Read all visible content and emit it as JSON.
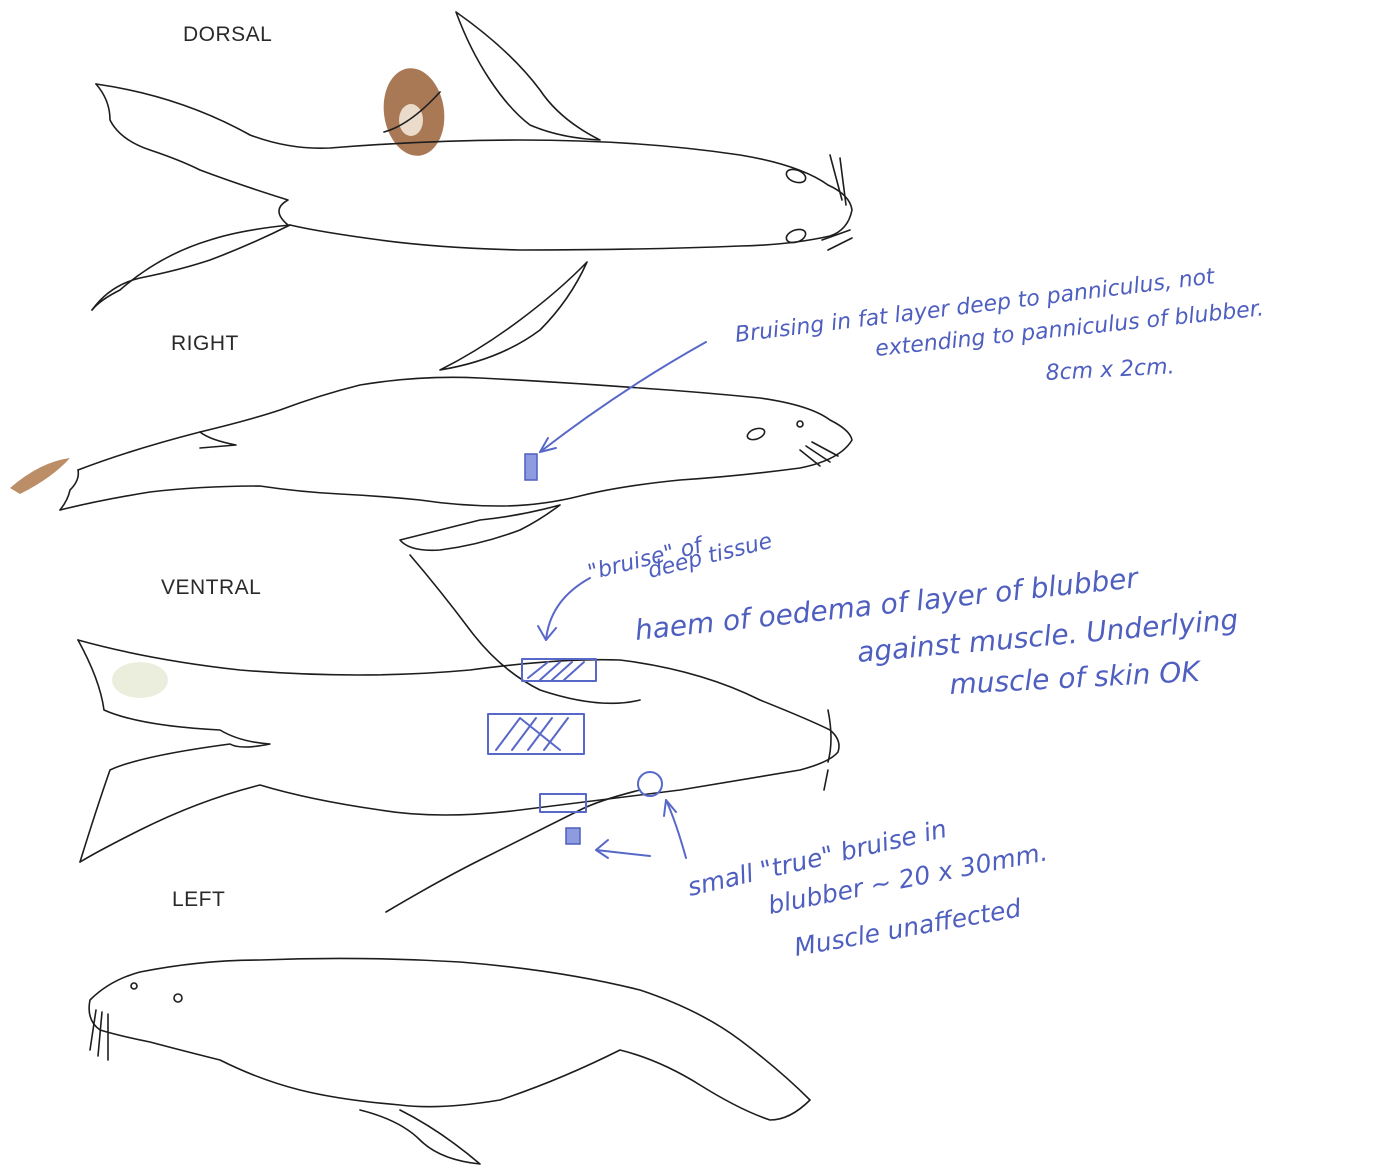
{
  "view_labels": {
    "dorsal": "DORSAL",
    "right": "RIGHT",
    "ventral": "VENTRAL",
    "left": "LEFT"
  },
  "notes": {
    "note1": {
      "line1": "Bruising in fat layer deep to panniculus, not",
      "line2": "extending to panniculus of blubber.",
      "line3": "8cm x 2cm."
    },
    "note2": {
      "line1": "\"bruise\" of",
      "line2": "deep tissue"
    },
    "note3": {
      "line1": "haem of oedema of layer of blubber",
      "line2": "against muscle. Underlying",
      "line3": "muscle of skin OK"
    },
    "note4": {
      "line1": "small \"true\" bruise in",
      "line2": "blubber ~ 20 x 30mm.",
      "line3": "Muscle unaffected"
    }
  },
  "colors": {
    "pen_ink": "#5868c8",
    "outline": "#1d1d1d",
    "stain": "#9a6238"
  }
}
